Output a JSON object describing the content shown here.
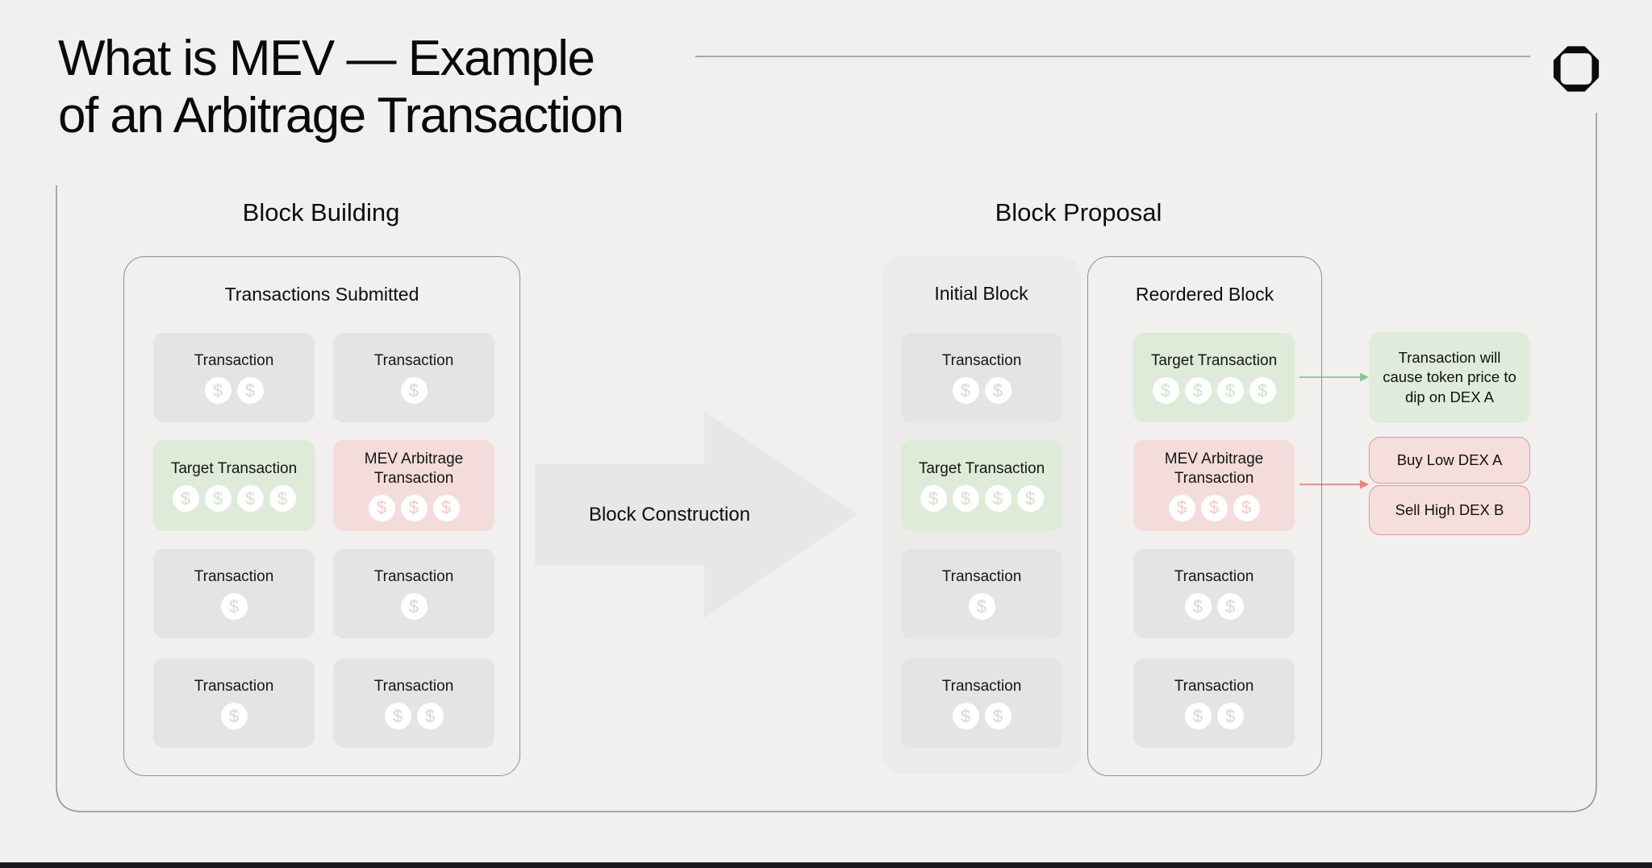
{
  "page": {
    "title_line1": "What is MEV — Example",
    "title_line2": "of an Arbitrage Transaction",
    "logo_icon": "octagon-logo"
  },
  "block_building": {
    "header": "Block Building",
    "box_title": "Transactions Submitted",
    "cards": [
      {
        "label": "Transaction",
        "coins": 2,
        "variant": "gray"
      },
      {
        "label": "Transaction",
        "coins": 1,
        "variant": "gray"
      },
      {
        "label": "Target Transaction",
        "coins": 4,
        "variant": "green"
      },
      {
        "label": "MEV Arbitrage Transaction",
        "coins": 3,
        "variant": "red"
      },
      {
        "label": "Transaction",
        "coins": 1,
        "variant": "gray"
      },
      {
        "label": "Transaction",
        "coins": 1,
        "variant": "gray"
      },
      {
        "label": "Transaction",
        "coins": 1,
        "variant": "gray"
      },
      {
        "label": "Transaction",
        "coins": 2,
        "variant": "gray"
      }
    ]
  },
  "construction_arrow": {
    "label": "Block Construction"
  },
  "block_proposal": {
    "header": "Block Proposal",
    "initial_block": {
      "title": "Initial Block",
      "cards": [
        {
          "label": "Transaction",
          "coins": 2,
          "variant": "gray"
        },
        {
          "label": "Target Transaction",
          "coins": 4,
          "variant": "green"
        },
        {
          "label": "Transaction",
          "coins": 1,
          "variant": "gray"
        },
        {
          "label": "Transaction",
          "coins": 2,
          "variant": "gray"
        }
      ]
    },
    "reordered_block": {
      "title": "Reordered Block",
      "cards": [
        {
          "label": "Target Transaction",
          "coins": 4,
          "variant": "green"
        },
        {
          "label": "MEV Arbitrage Transaction",
          "coins": 3,
          "variant": "red"
        },
        {
          "label": "Transaction",
          "coins": 2,
          "variant": "gray"
        },
        {
          "label": "Transaction",
          "coins": 2,
          "variant": "gray"
        }
      ]
    }
  },
  "annotations": {
    "price_dip_note": "Transaction will cause token price to dip on DEX A",
    "buy_note": "Buy Low DEX A",
    "sell_note": "Sell High DEX B"
  },
  "colors": {
    "background": "#f1f0ee",
    "card_gray": "#e4e4e2",
    "card_green": "#ddebd8",
    "card_red": "#f3dcda",
    "note_border_red": "#dd9a94",
    "frame_line": "#918f8b",
    "green_arrow": "#8cc494",
    "red_arrow": "#ee827b",
    "bottom_bar": "#17191d",
    "big_arrow_fill": "#e8e7e5"
  }
}
